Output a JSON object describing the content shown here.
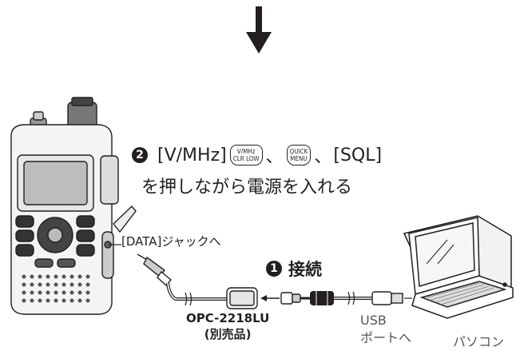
{
  "step2": {
    "number": "2",
    "key1": "[V/MHz]",
    "key_vmhz_top": "V/MHz",
    "key_vmhz_bottom": "CLR LOW",
    "sep1": "、",
    "key_quick_top": "QUICK",
    "key_quick_bottom": "MENU",
    "sep2": "、",
    "key3": "[SQL]",
    "line2": "を押しながら電源を入れる"
  },
  "data_jack_label": "[DATA]ジャックへ",
  "step1": {
    "number": "1",
    "label": "接続"
  },
  "cable": {
    "name": "OPC-2218LU",
    "note": "(別売品)"
  },
  "usb": {
    "line1": "USB",
    "line2": "ポートへ"
  },
  "pc_label": "パソコン"
}
